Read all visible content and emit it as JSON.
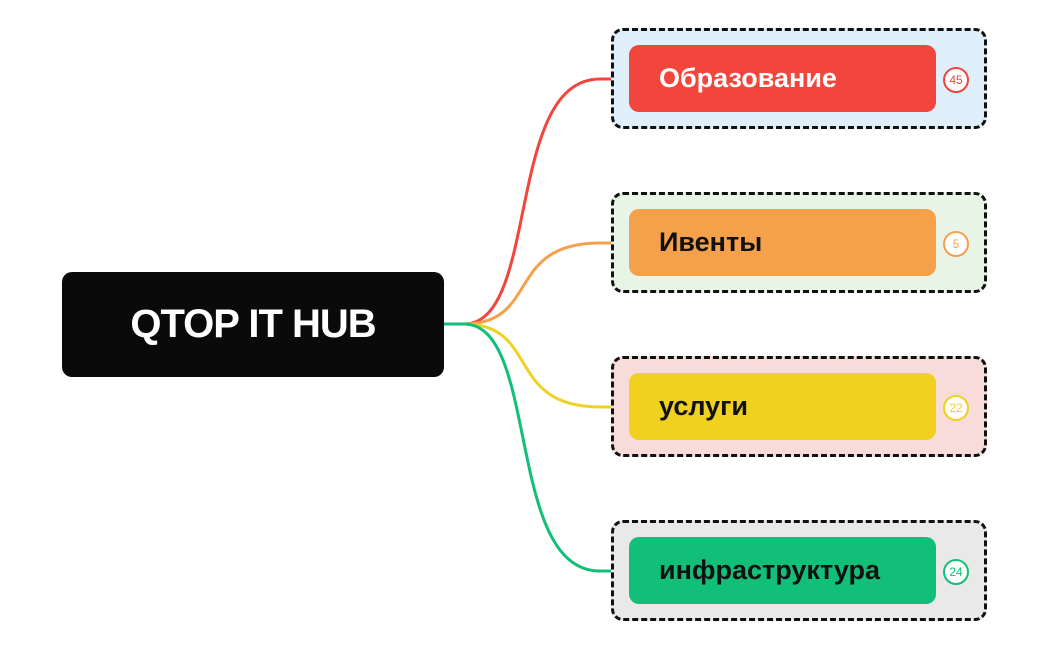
{
  "root": {
    "label": "QTOP IT HUB"
  },
  "branches": [
    {
      "label": "Образование",
      "count": "45",
      "color": "#f2453c",
      "text_color": "#ffffff",
      "frame_bg": "#dff0fa"
    },
    {
      "label": "Ивенты",
      "count": "5",
      "color": "#f5a04b",
      "text_color": "#111111",
      "frame_bg": "#e8f5e6"
    },
    {
      "label": "услуги",
      "count": "22",
      "color": "#f1d11f",
      "text_color": "#111111",
      "frame_bg": "#f8dcda"
    },
    {
      "label": "инфраструктура",
      "count": "24",
      "color": "#12bf79",
      "text_color": "#111111",
      "frame_bg": "#e9e9e9"
    }
  ]
}
